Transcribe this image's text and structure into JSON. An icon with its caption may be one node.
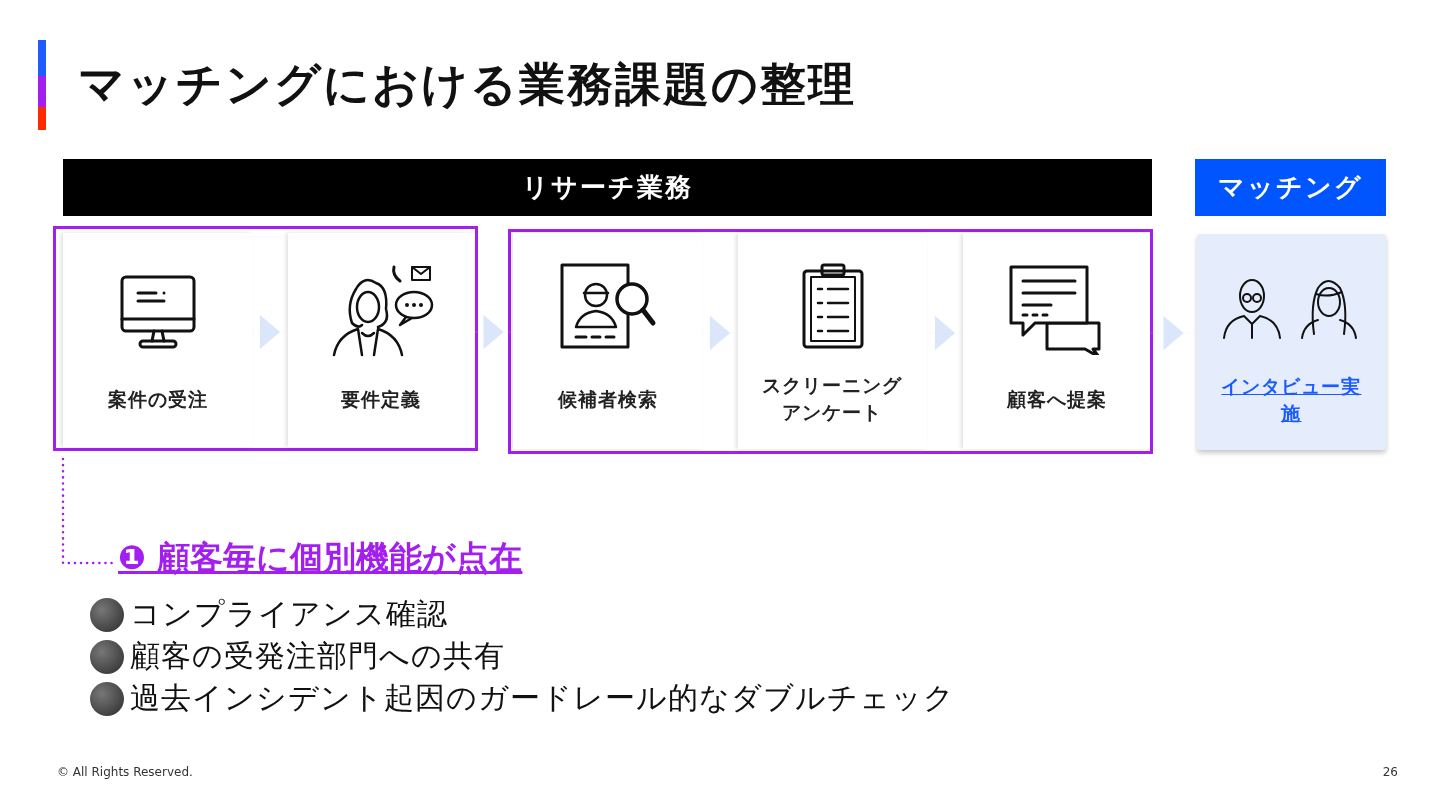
{
  "diagram": {
    "title": "マッチングにおける業務課題の整理",
    "nodes": [
      {
        "text": [
          "リサーチ業務"
        ]
      },
      {
        "text": [
          "マッチング"
        ]
      },
      {
        "text": [],
        "shape": "box"
      },
      {
        "text": [
          "案件の受注"
        ],
        "in": 2
      },
      {
        "text": [
          "要件定義"
        ],
        "in": 2
      },
      {
        "text": [],
        "shape": "box"
      },
      {
        "text": [
          "候補者検索"
        ],
        "in": 5
      },
      {
        "text": [
          "スクリーニングアンケート"
        ],
        "in": 5
      },
      {
        "text": [
          "顧客へ提案"
        ],
        "in": 5
      },
      {
        "text": [
          "インタビュー実施"
        ]
      },
      {
        "text": [
          "❶ 顧客毎に個別機能が点在"
        ]
      }
    ],
    "edges": [
      {
        "from": 3,
        "to": 4,
        "arrow": "to"
      },
      {
        "from": 4,
        "to": 6,
        "arrow": "to"
      },
      {
        "from": 6,
        "to": 7,
        "arrow": "to"
      },
      {
        "from": 7,
        "to": 8,
        "arrow": "to"
      },
      {
        "from": 8,
        "to": 9,
        "arrow": "to"
      },
      {
        "from": 2,
        "to": 10,
        "arrow": "none",
        "style": "dashed",
        "color": "#a31ff0"
      }
    ],
    "labels": [
      "コンプライアンス確認",
      "顧客の受発注部門への共有",
      "過去インシデント起因のガードレール的なダブルチェック",
      "© All Rights Reserved.",
      "26"
    ]
  }
}
